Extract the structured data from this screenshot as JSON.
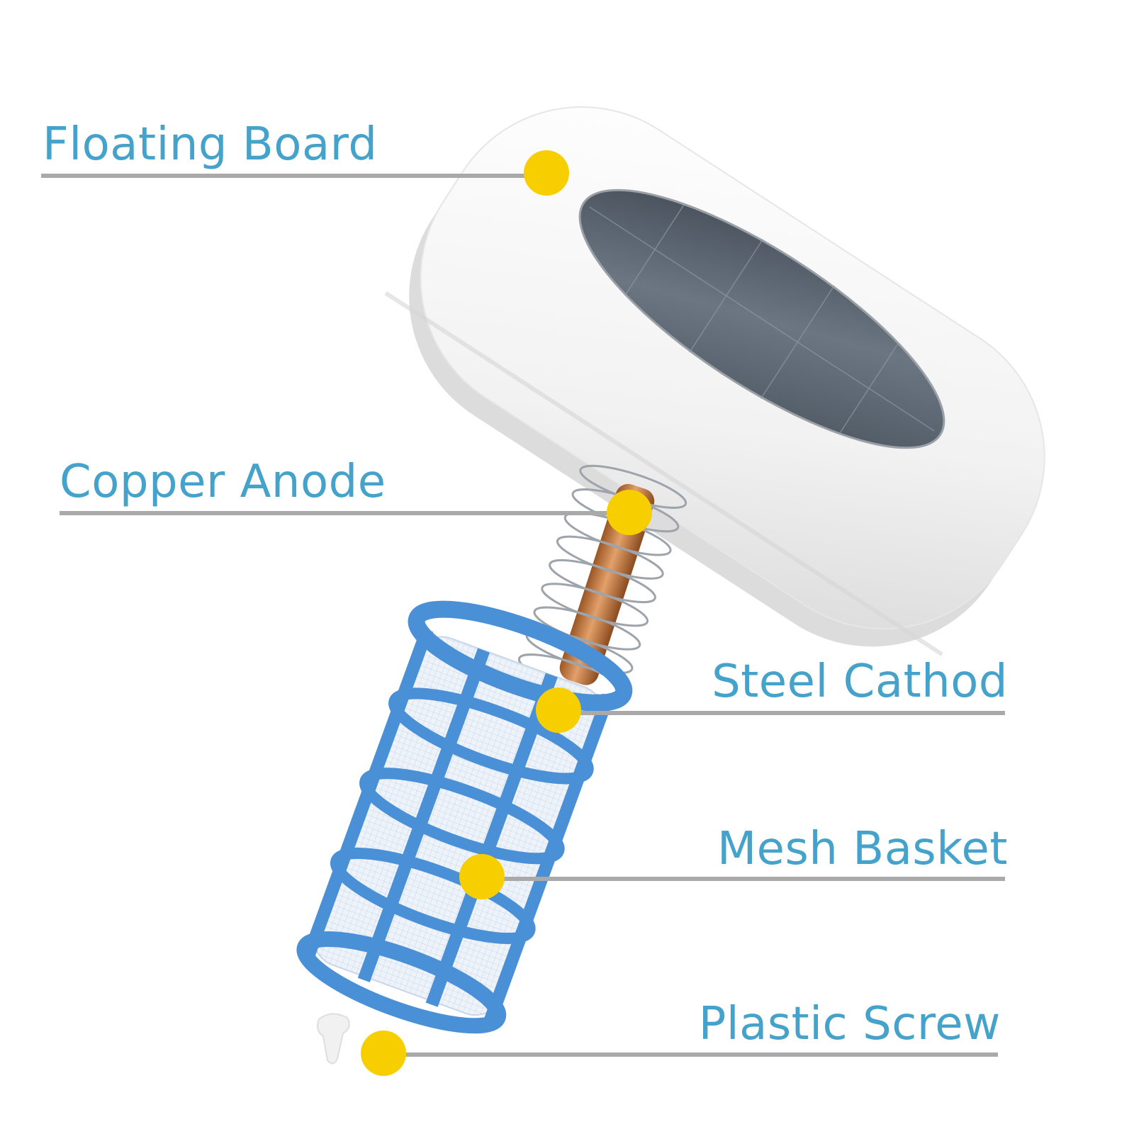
{
  "colors": {
    "label_text": "#45a3cb",
    "leader_line": "#a9a9a9",
    "marker_dot": "#f7cf00",
    "basket_blue": "#4a90d6",
    "copper": "#c47a3c",
    "float_white": "#f4f4f4",
    "solar_panel": "#5a6570"
  },
  "parts": [
    {
      "id": "floating-board",
      "label": "Floating Board"
    },
    {
      "id": "copper-anode",
      "label": "Copper Anode"
    },
    {
      "id": "steel-cathod",
      "label": "Steel Cathod"
    },
    {
      "id": "mesh-basket",
      "label": "Mesh Basket"
    },
    {
      "id": "plastic-screw",
      "label": "Plastic Screw"
    }
  ]
}
